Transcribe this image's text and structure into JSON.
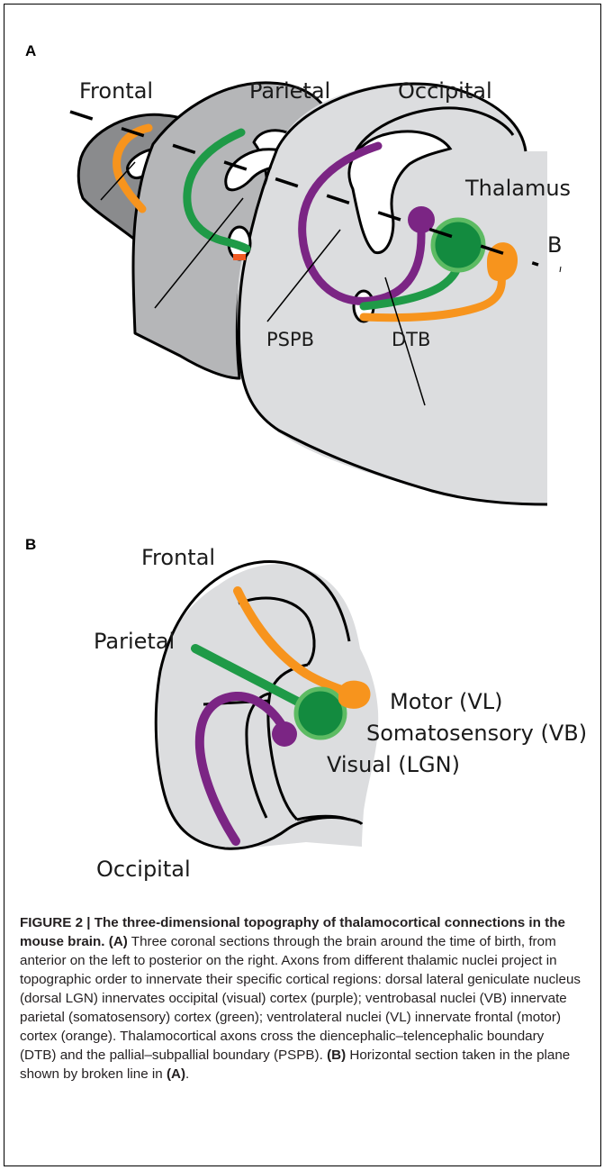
{
  "panel_a": {
    "label": "A",
    "region_labels": {
      "frontal": "Frontal",
      "parietal": "Parietal",
      "occipital": "Occipital"
    },
    "structure_labels": {
      "thalamus": "Thalamus",
      "b_marker": "B",
      "pspb": "PSPB",
      "dtb": "DTB"
    }
  },
  "panel_b": {
    "label": "B",
    "region_labels": {
      "frontal": "Frontal",
      "parietal": "Parietal",
      "occipital": "Occipital"
    },
    "nucleus_labels": {
      "motor": "Motor (VL)",
      "somatosensory": "Somatosensory (VB)",
      "visual": "Visual (LGN)"
    }
  },
  "colors": {
    "visual_purple": "#7b2584",
    "somatosensory_green": "#1f9a47",
    "motor_orange": "#f7941d",
    "section_dark": "#8a8b8d",
    "section_mid": "#b5b6b8",
    "section_light": "#dcdddf"
  },
  "caption": {
    "title": "FIGURE 2 | The three-dimensional topography of thalamocortical connections in the mouse brain.",
    "a_ref": "(A)",
    "a_text": " Three coronal sections through the brain around the time of birth, from anterior on the left to posterior on the right. Axons from different thalamic nuclei project in topographic order to innervate their specific cortical regions: dorsal lateral geniculate nucleus (dorsal LGN) innervates occipital (visual) cortex (purple); ventrobasal nuclei (VB) innervate parietal (somatosensory) cortex (green); ventrolateral nuclei (VL) innervate frontal (motor) cortex (orange). Thalamocortical axons cross the diencephalic–telencephalic boundary (DTB) and the pallial–subpallial boundary (PSPB).",
    "b_ref": "(B)",
    "b_text": " Horizontal section taken in the plane shown by broken line in ",
    "b_ref2": "(A)",
    "end": "."
  }
}
